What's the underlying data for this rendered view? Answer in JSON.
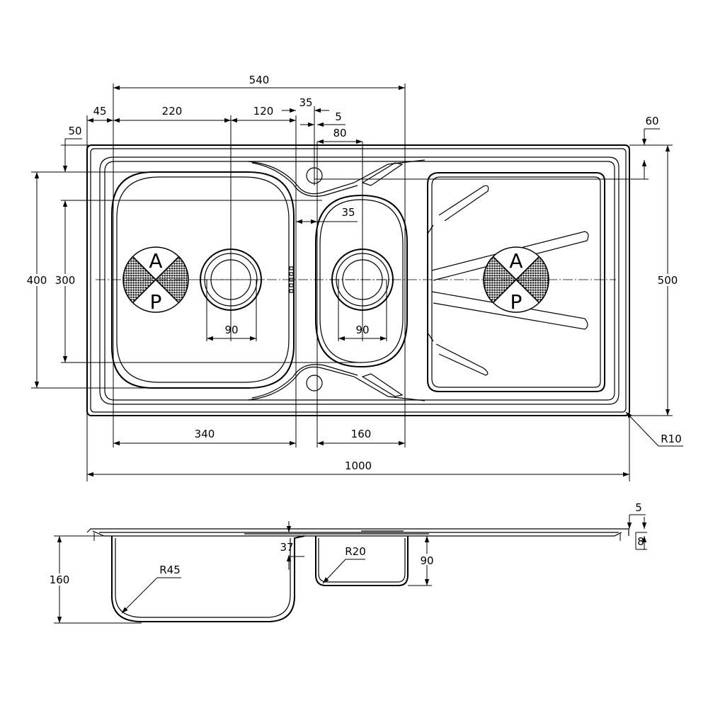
{
  "top_view": {
    "dims": {
      "d540": "540",
      "d45": "45",
      "d220": "220",
      "d120": "120",
      "d35a": "35",
      "d5a": "5",
      "d80": "80",
      "d50": "50",
      "d60": "60",
      "d35b": "35",
      "d400": "400",
      "d300": "300",
      "d500": "500",
      "d90a": "90",
      "d90b": "90",
      "d340": "340",
      "d160": "160",
      "dR10": "R10",
      "d1000": "1000"
    },
    "logo_left": {
      "top": "A",
      "bottom": "P"
    },
    "logo_right": {
      "top": "A",
      "bottom": "P"
    }
  },
  "side_view": {
    "dims": {
      "d160": "160",
      "dR45": "R45",
      "d37": "37",
      "dR20": "R20",
      "d90": "90",
      "d5": "5",
      "d8": "8"
    }
  }
}
